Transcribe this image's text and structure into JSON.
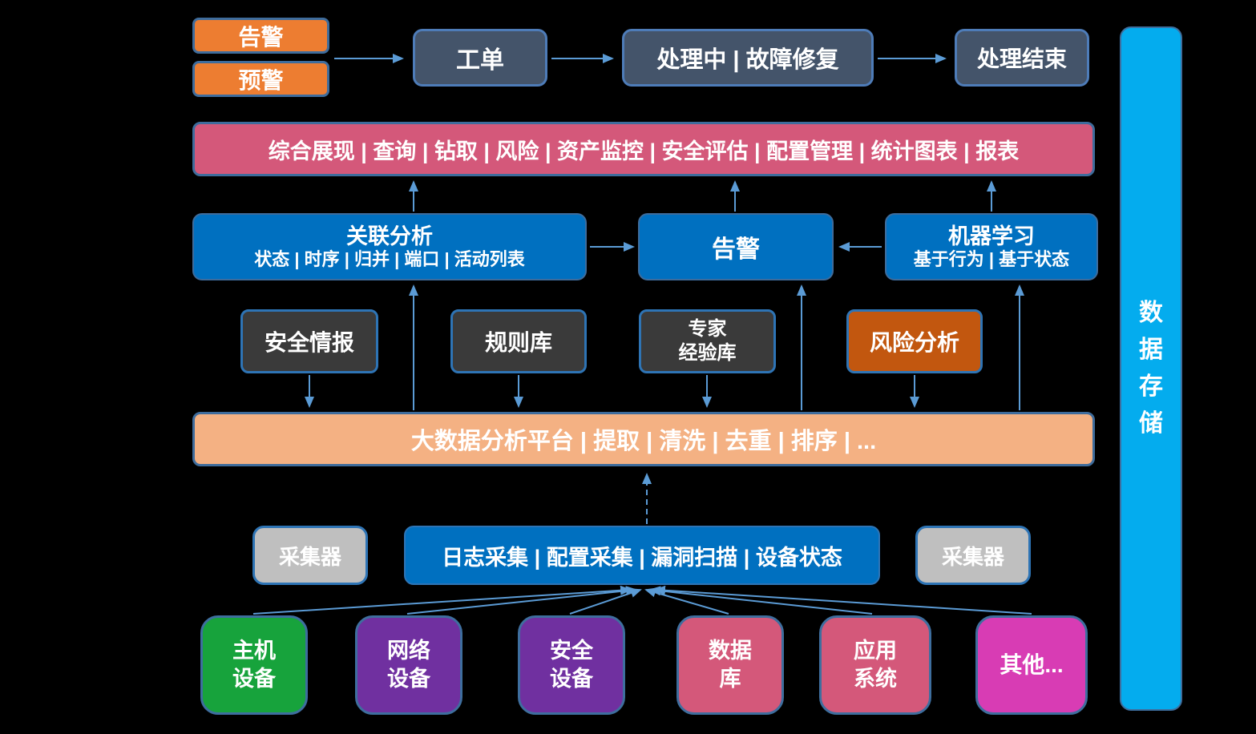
{
  "colors": {
    "background": "#000000",
    "orange": "#ED7D31",
    "slate": "#44546A",
    "rose": "#D4587A",
    "blue": "#0070C0",
    "dark_gray": "#3A3A3A",
    "dark_orange": "#C2570F",
    "peach": "#F4B183",
    "gray": "#BFBFBF",
    "green": "#17A33C",
    "purple": "#7030A0",
    "magenta": "#D83CB4",
    "cyan": "#04ACEE",
    "arrow": "#5B9BD5"
  },
  "ticket_flow": {
    "alarm": "告警",
    "warning": "预警",
    "ticket": "工单",
    "processing": "处理中 | 故障修复",
    "finished": "处理结束"
  },
  "presentation_bar": {
    "label": "综合展现 | 查询 | 钻取 | 风险 | 资产监控 | 安全评估 | 配置管理 | 统计图表 | 报表"
  },
  "analysis_row": {
    "correlation": {
      "title": "关联分析",
      "subtitle": "状态 | 时序 | 归并 | 端口 | 活动列表"
    },
    "alarm": {
      "title": "告警"
    },
    "machine_learning": {
      "title": "机器学习",
      "subtitle": "基于行为 | 基于状态"
    }
  },
  "knowledge_row": {
    "security_intel": "安全情报",
    "rule_base": "规则库",
    "expert_base": "专家\n经验库",
    "risk_analysis": "风险分析"
  },
  "bigdata_bar": {
    "label": "大数据分析平台 | 提取 | 清洗 | 去重 | 排序 | ..."
  },
  "collection_row": {
    "collector_left": "采集器",
    "collection_bar": "日志采集 | 配置采集 | 漏洞扫描 | 设备状态",
    "collector_right": "采集器"
  },
  "device_row": [
    {
      "label": "主机\n设备"
    },
    {
      "label": "网络\n设备"
    },
    {
      "label": "安全\n设备"
    },
    {
      "label": "数据\n库"
    },
    {
      "label": "应用\n系统"
    },
    {
      "label": "其他..."
    }
  ],
  "storage_bar": {
    "label": "数\n据\n存\n储"
  }
}
